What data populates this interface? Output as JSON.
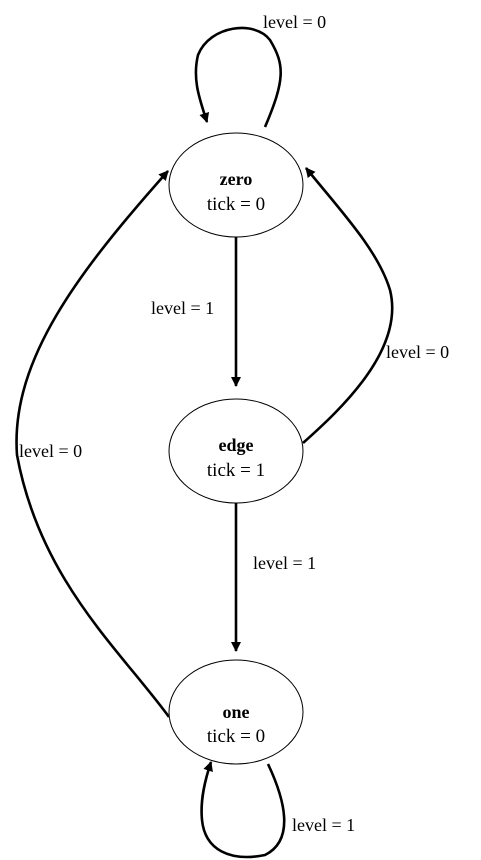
{
  "states": [
    {
      "name": "zero",
      "output": "tick = 0"
    },
    {
      "name": "edge",
      "output": "tick = 1"
    },
    {
      "name": "one",
      "output": "tick = 0"
    }
  ],
  "transitions": {
    "zero_self": "level = 0",
    "zero_to_edge": "level = 1",
    "edge_to_zero": "level = 0",
    "edge_to_one": "level = 1",
    "one_to_zero": "level = 0",
    "one_self": "level = 1"
  }
}
